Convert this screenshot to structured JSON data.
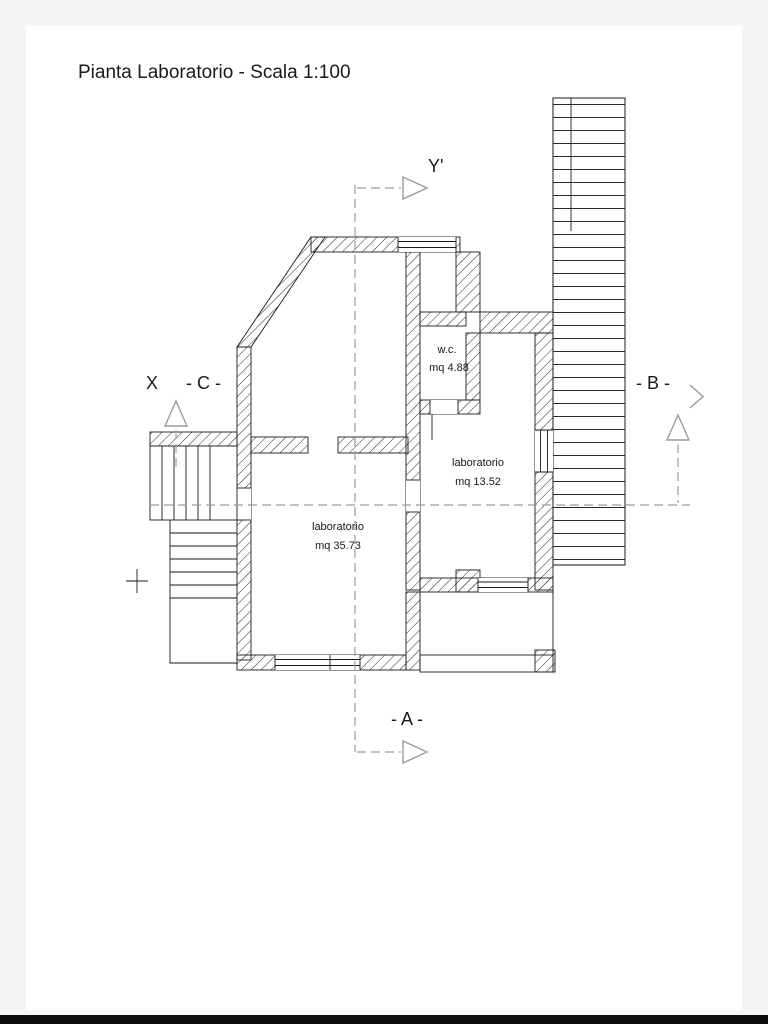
{
  "title": "Pianta Laboratorio - Scala 1:100",
  "rooms": {
    "wc": {
      "label": "w.c.",
      "area": "mq 4.88"
    },
    "lab_right": {
      "label": "laboratorio",
      "area": "mq 13.52"
    },
    "lab_left": {
      "label": "laboratorio",
      "area": "mq 35.73"
    }
  },
  "sections": {
    "y_top": "Y'",
    "x_left": "X",
    "c": "- C -",
    "b": "- B -",
    "a": "- A -"
  },
  "colors": {
    "line": "#1a1a1a",
    "dashed_line": "#9c9c9c",
    "sheet": "#ffffff",
    "margin": "#f4f4f4",
    "bottom_bar": "#0c0c0c"
  }
}
